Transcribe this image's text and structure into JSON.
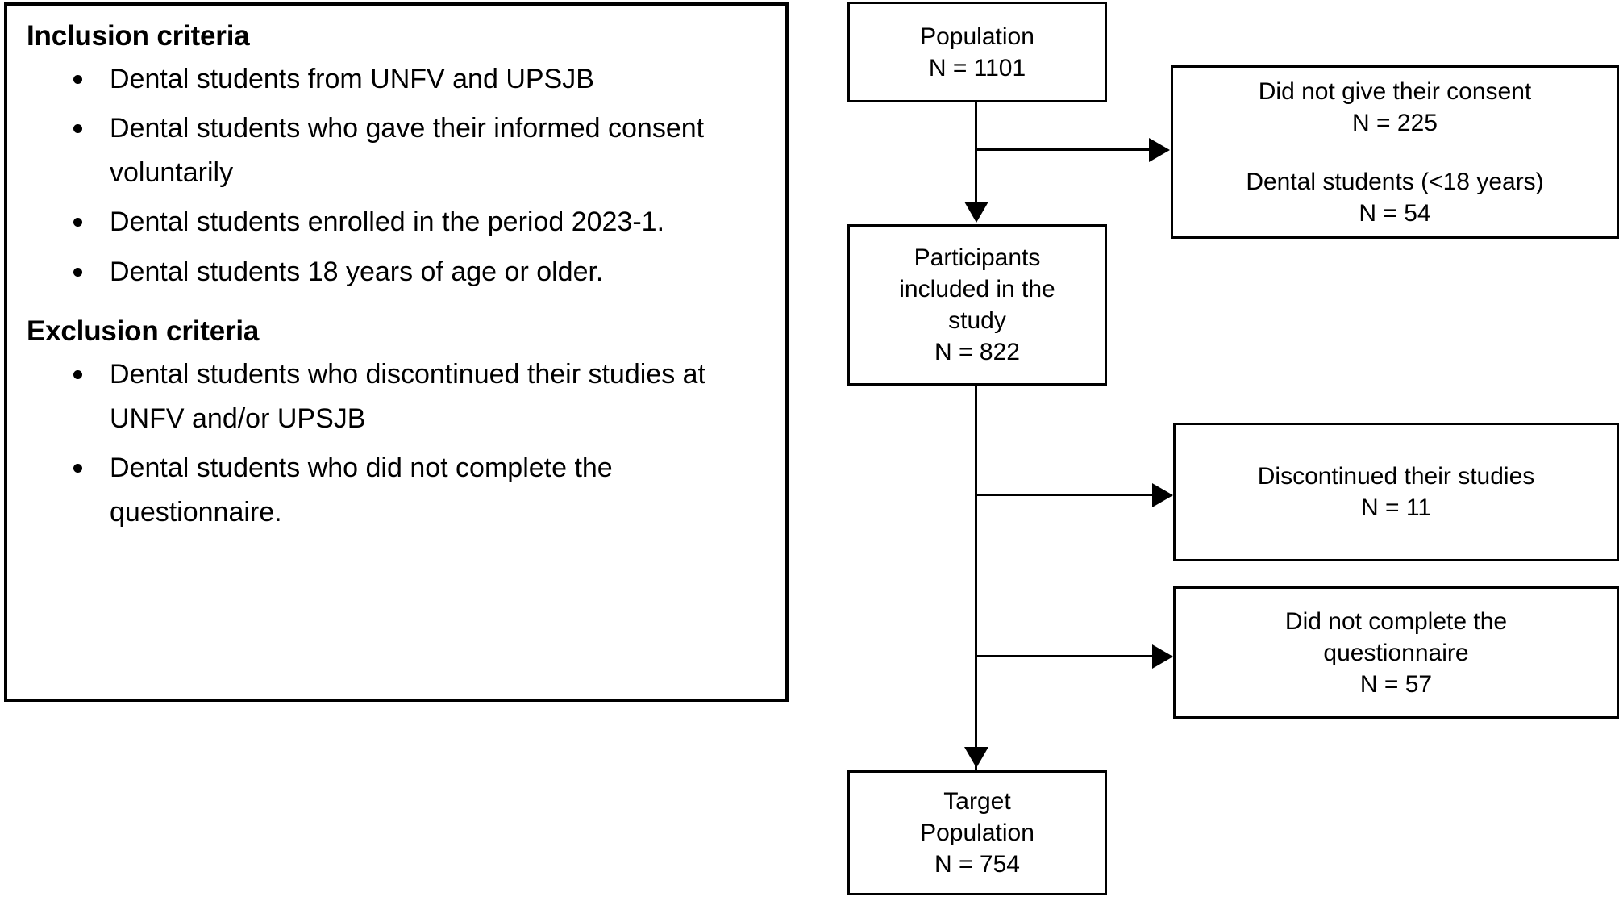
{
  "figure": {
    "type": "participant-flow-diagram",
    "background_color": "#ffffff",
    "line_color": "#000000"
  },
  "criteria_panel": {
    "inclusion": {
      "heading": "Inclusion criteria",
      "items": [
        "Dental students from UNFV and UPSJB",
        "Dental students who gave their informed consent voluntarily",
        "Dental students enrolled in the period 2023-1.",
        "Dental students 18 years of age or older."
      ]
    },
    "exclusion": {
      "heading": "Exclusion criteria",
      "items": [
        "Dental students who discontinued their studies at UNFV and/or UPSJB",
        "Dental students who did not complete the questionnaire."
      ]
    }
  },
  "flowchart": {
    "nodes": [
      {
        "id": "population",
        "lines": [
          "Population",
          "N = 1101"
        ],
        "label": "Population",
        "count": "N = 1101"
      },
      {
        "id": "not-consented",
        "lines": [
          "Did not give their consent",
          "N = 225",
          "",
          "Dental students (<18 years)",
          "N = 54"
        ],
        "label_a": "Did not give their consent",
        "count_a": "N = 225",
        "label_b": "Dental students (<18 years)",
        "count_b": "N = 54"
      },
      {
        "id": "participants",
        "lines": [
          "Participants",
          "included in the",
          "study",
          "N = 822"
        ],
        "label": "Participants included in the study",
        "count": "N = 822"
      },
      {
        "id": "discontinued",
        "lines": [
          "Discontinued their studies",
          "N = 11"
        ],
        "label": "Discontinued their studies",
        "count": "N = 11"
      },
      {
        "id": "not-completed",
        "lines": [
          "Did not complete the",
          "questionnaire",
          "N = 57"
        ],
        "label": "Did not complete the questionnaire",
        "count": "N = 57"
      },
      {
        "id": "target",
        "lines": [
          "Target",
          "Population",
          "N = 754"
        ],
        "label": "Target Population",
        "count": "N = 754"
      }
    ],
    "edges": [
      {
        "from": "population",
        "to": "participants",
        "kind": "down"
      },
      {
        "from": "population",
        "to": "not-consented",
        "kind": "right"
      },
      {
        "from": "participants",
        "to": "discontinued",
        "kind": "right"
      },
      {
        "from": "participants",
        "to": "not-completed",
        "kind": "right"
      },
      {
        "from": "participants",
        "to": "target",
        "kind": "down"
      }
    ]
  },
  "box_text": {
    "population_line1": "Population",
    "population_line2": "N = 1101",
    "no_consent_line1": "Did not give their consent",
    "no_consent_line2": "N = 225",
    "no_consent_line3": "Dental students (<18 years)",
    "no_consent_line4": "N = 54",
    "participants_line1": "Participants",
    "participants_line2": "included in the",
    "participants_line3": "study",
    "participants_line4": "N = 822",
    "discontinued_line1": "Discontinued their studies",
    "discontinued_line2": "N = 11",
    "not_completed_line1": "Did not complete the",
    "not_completed_line2": "questionnaire",
    "not_completed_line3": "N = 57",
    "target_line1": "Target",
    "target_line2": "Population",
    "target_line3": "N = 754"
  }
}
